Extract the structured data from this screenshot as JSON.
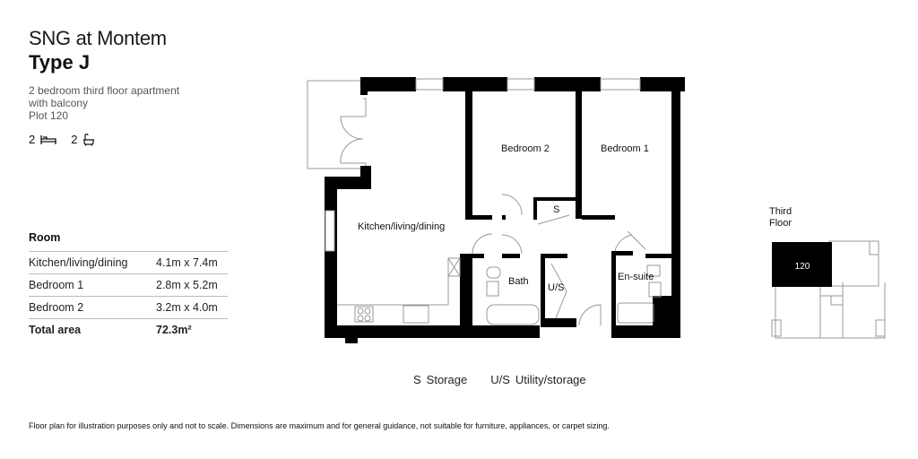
{
  "header": {
    "development": "SNG at Montem",
    "type": "Type J",
    "description_line1": "2 bedroom third floor apartment",
    "description_line2": "with balcony",
    "plot": "Plot 120"
  },
  "features": {
    "bedrooms": "2",
    "bedroom_icon": "bed-icon",
    "bathrooms": "2",
    "bathroom_icon": "bath-icon"
  },
  "room_table": {
    "header": "Room",
    "rows": [
      {
        "room": "Kitchen/living/dining",
        "size": "4.1m x 7.4m"
      },
      {
        "room": "Bedroom 1",
        "size": "2.8m x 5.2m"
      },
      {
        "room": "Bedroom 2",
        "size": "3.2m x 4.0m"
      }
    ],
    "total_label": "Total area",
    "total_value": "72.3m²"
  },
  "floorplan": {
    "rooms": {
      "kitchen": "Kitchen/living/dining",
      "bedroom2": "Bedroom 2",
      "bedroom1": "Bedroom 1",
      "storage": "S",
      "bath": "Bath",
      "utility": "U/S",
      "ensuite": "En-suite"
    }
  },
  "legend": {
    "items": [
      {
        "key": "S",
        "label": "Storage"
      },
      {
        "key": "U/S",
        "label": "Utility/storage"
      }
    ]
  },
  "keyplan": {
    "floor_line1": "Third",
    "floor_line2": "Floor",
    "plot_number": "120"
  },
  "disclaimer": "Floor plan for illustration purposes only and not to scale. Dimensions are maximum and for general guidance, not suitable for furniture, appliances, or carpet sizing.",
  "colors": {
    "wall": "#000000",
    "highlight_plot": "#000000",
    "text": "#111111",
    "muted_text": "#555555"
  }
}
